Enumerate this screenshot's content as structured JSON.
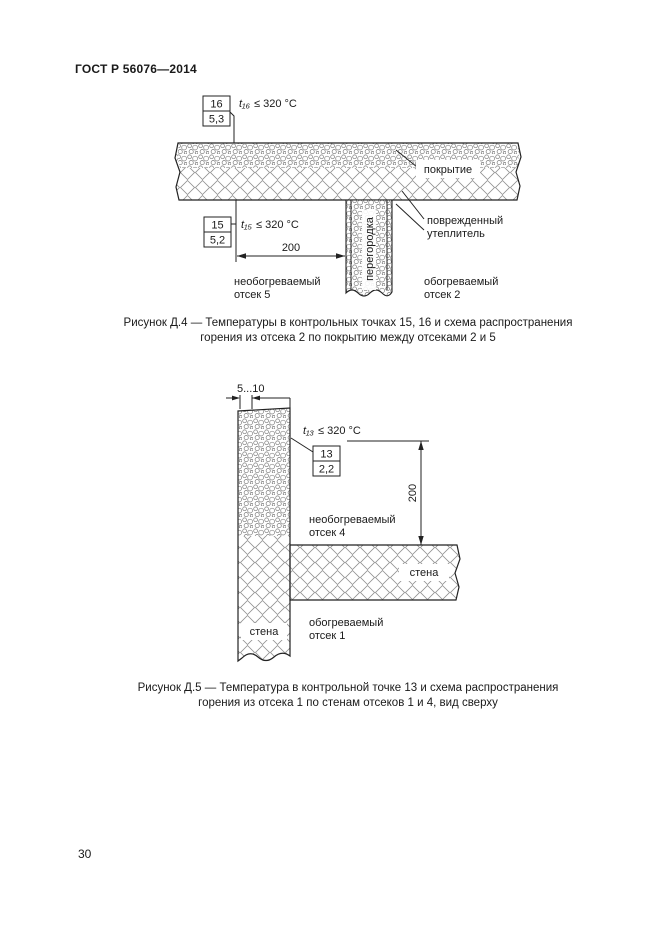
{
  "doc": {
    "header": "ГОСТ Р 56076—2014",
    "page_number": "30"
  },
  "fig4": {
    "point16": {
      "num": "16",
      "val": "5,3"
    },
    "temp16": {
      "var": "t₁₆",
      "cond": "≤ 320 °С"
    },
    "point15": {
      "num": "15",
      "val": "5,2"
    },
    "temp15": {
      "var": "t₁₅",
      "cond": "≤ 320 °С"
    },
    "dim_200": "200",
    "covering_label": "покрытие",
    "partition_label": "перегородка",
    "damaged_line1": "поврежденный",
    "damaged_line2": "утеплитель",
    "unheated_line1": "необогреваемый",
    "unheated_line2": "отсек 5",
    "heated_line1": "обогреваемый",
    "heated_line2": "отсек 2",
    "caption_line1": "Рисунок Д.4 — Температуры в контрольных точках 15, 16 и схема распространения",
    "caption_line2": "горения из отсека 2 по покрытию между отсеками 2 и 5"
  },
  "fig5": {
    "dim_gap": "5...10",
    "temp13": {
      "var": "t₁₃",
      "cond": "≤ 320 °С"
    },
    "point13": {
      "num": "13",
      "val": "2,2"
    },
    "dim_200": "200",
    "unheated_line1": "необогреваемый",
    "unheated_line2": "отсек 4",
    "wall_label_right": "стена",
    "heated_line1": "обогреваемый",
    "heated_line2": "отсек 1",
    "wall_label_left": "стена",
    "caption_line1": "Рисунок Д.5 — Температура в контрольной точке 13 и схема распространения",
    "caption_line2": "горения из отсека 1 по стенам отсеков 1 и 4, вид сверху"
  }
}
